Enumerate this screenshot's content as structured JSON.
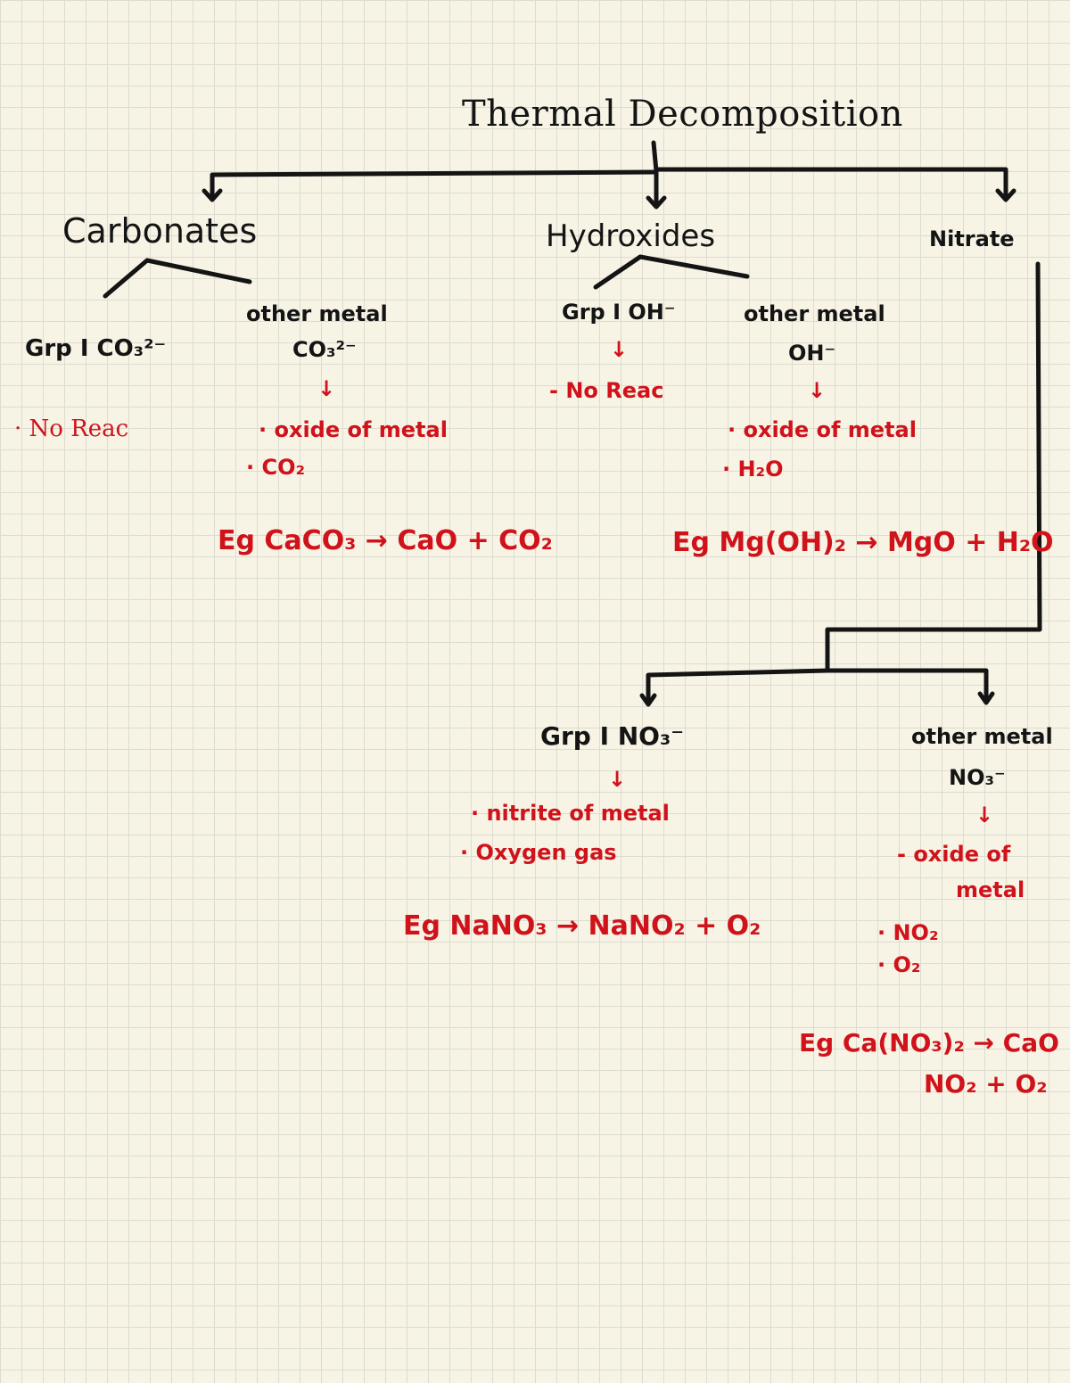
{
  "title": "Thermal Decomposition",
  "carbonates": {
    "heading": "Carbonates",
    "grp1": "Grp I CO₃²⁻",
    "grp1_result": "· No Reac",
    "other": "other metal",
    "other_ion": "CO₃²⁻",
    "other_products": [
      "· oxide of metal",
      "· CO₂"
    ],
    "example": "Eg CaCO₃ → CaO + CO₂"
  },
  "hydroxides": {
    "heading": "Hydroxides",
    "grp1": "Grp I OH⁻",
    "grp1_result": "- No Reac",
    "other": "other metal",
    "other_ion": "OH⁻",
    "other_products": [
      "· oxide of metal",
      "· H₂O"
    ],
    "example": "Eg Mg(OH)₂ → MgO + H₂O"
  },
  "nitrate": {
    "heading": "Nitrate",
    "grp1": "Grp I NO₃⁻",
    "grp1_products": [
      "· nitrite of metal",
      "· Oxygen gas"
    ],
    "grp1_example": "Eg NaNO₃ → NaNO₂ + O₂",
    "other": "other metal",
    "other_ion": "NO₃⁻",
    "other_products": [
      "- oxide of",
      "metal",
      "· NO₂",
      "· O₂"
    ],
    "other_example": [
      "Eg Ca(NO₃)₂ → CaO +",
      "NO₂ + O₂"
    ]
  },
  "colors": {
    "ink": "#141414",
    "red": "#d0121b",
    "paper": "#f7f4e6",
    "grid": "#dcdcd0"
  }
}
